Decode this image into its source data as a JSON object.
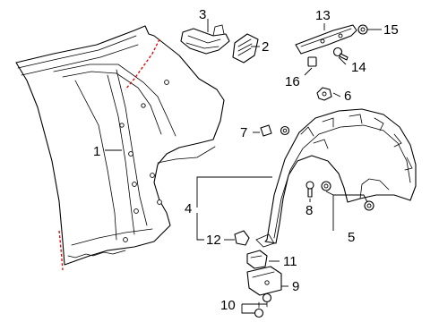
{
  "callouts": {
    "c1": "1",
    "c2": "2",
    "c3": "3",
    "c4": "4",
    "c5": "5",
    "c6": "6",
    "c7": "7",
    "c8": "8",
    "c9": "9",
    "c10": "10",
    "c11": "11",
    "c12": "12",
    "c13": "13",
    "c14": "14",
    "c15": "15",
    "c16": "16"
  },
  "colors": {
    "line": "#000000",
    "cut_line": "#e00000",
    "background": "#ffffff"
  }
}
